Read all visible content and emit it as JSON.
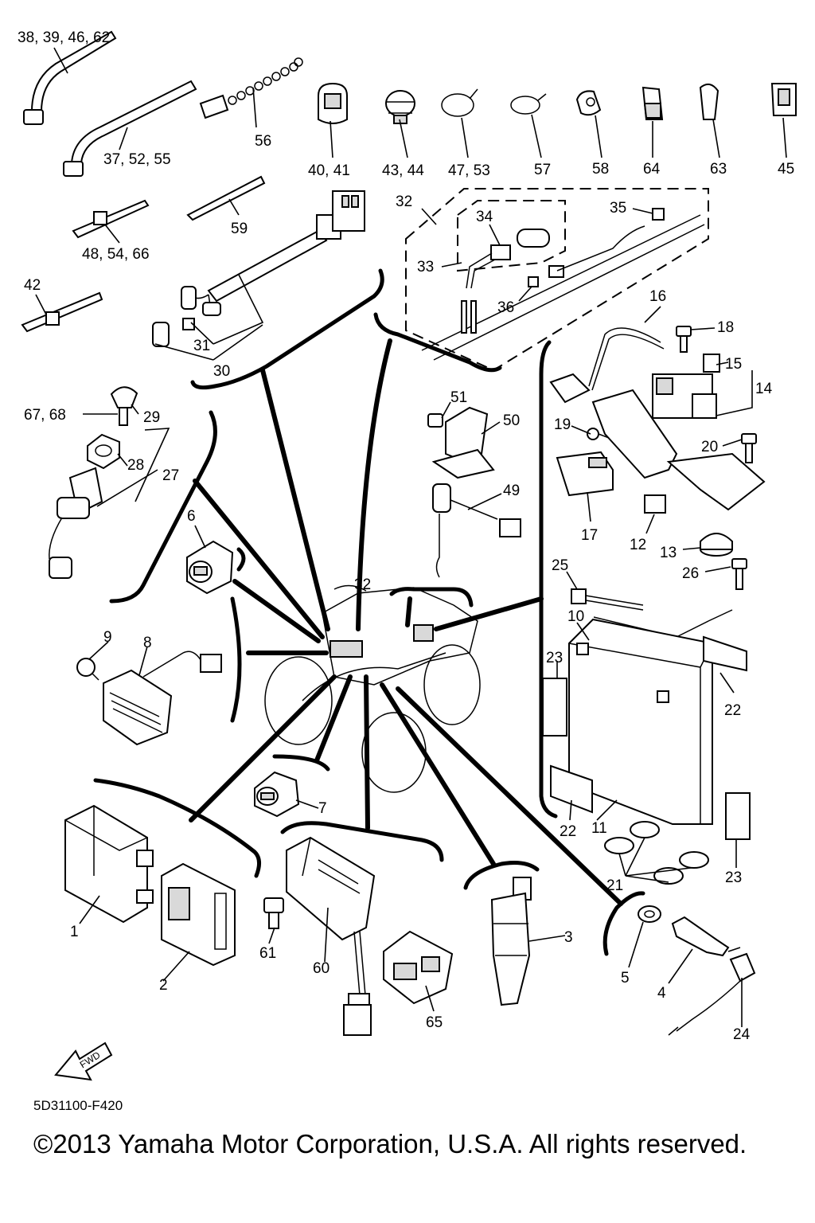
{
  "labels": {
    "l38_39_46_62": "38, 39, 46, 62",
    "l37_52_55": "37, 52, 55",
    "l56": "56",
    "l40_41": "40, 41",
    "l43_44": "43, 44",
    "l47_53": "47, 53",
    "l57": "57",
    "l58": "58",
    "l64": "64",
    "l63": "63",
    "l45": "45",
    "l48_54_66": "48, 54, 66",
    "l59": "59",
    "l42": "42",
    "l32a": "32",
    "l34": "34",
    "l35": "35",
    "l33": "33",
    "l36": "36",
    "l31": "31",
    "l30": "30",
    "l16": "16",
    "l18": "18",
    "l15": "15",
    "l14": "14",
    "l67_68": "67, 68",
    "l29": "29",
    "l28": "28",
    "l27": "27",
    "l51": "51",
    "l50": "50",
    "l19": "19",
    "l20": "20",
    "l17": "17",
    "l12": "12",
    "l13": "13",
    "l49": "49",
    "l6": "6",
    "l26": "26",
    "l25": "25",
    "l32b": "32",
    "l10": "10",
    "l9": "9",
    "l8": "8",
    "l23a": "23",
    "l22a": "22",
    "l7": "7",
    "l22b": "22",
    "l11": "11",
    "l21": "21",
    "l23b": "23",
    "l3": "3",
    "l1": "1",
    "l61": "61",
    "l5": "5",
    "l4": "4",
    "l2": "2",
    "l60": "60",
    "l65": "65",
    "l24": "24"
  },
  "fwd_label": "FWD",
  "diagram_code": "5D31100-F420",
  "copyright": "©2013 Yamaha Motor Corporation, U.S.A. All rights reserved.",
  "colors": {
    "ink": "#000000",
    "paper": "#ffffff"
  }
}
